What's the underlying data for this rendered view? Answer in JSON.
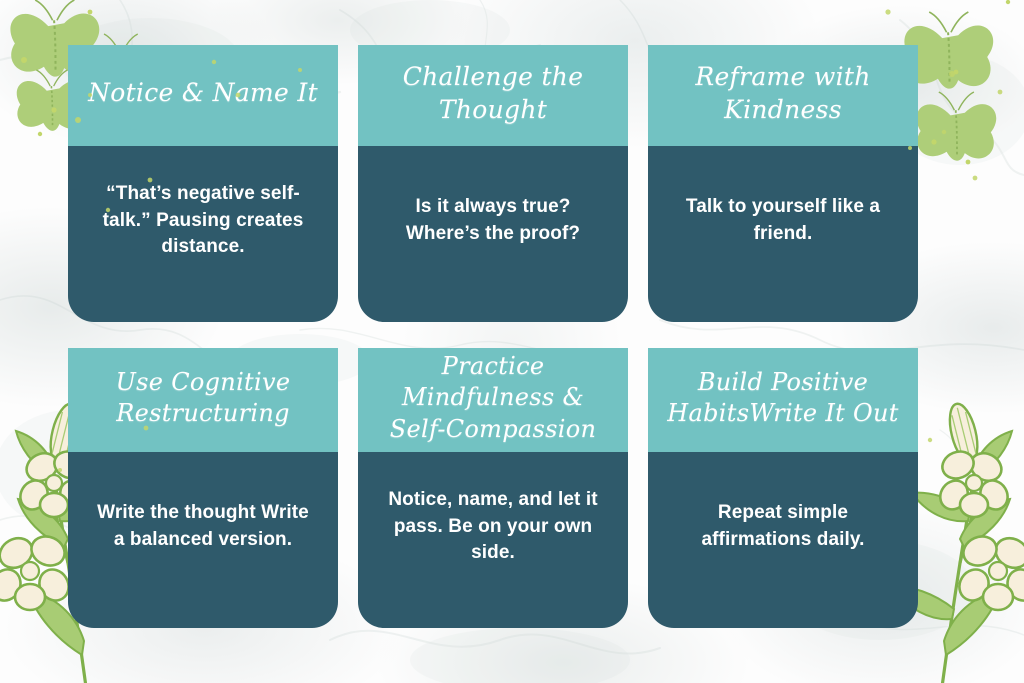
{
  "poster": {
    "theme": {
      "header_teal": "#72C2C2",
      "body_teal_dark": "#2F5A6B",
      "text_white": "#FFFFFF",
      "leaf_green": "#A8CC74",
      "stem_green": "#7FB04A",
      "petal_cream": "#F7EFDC",
      "background_white": "#FDFDFD",
      "marble_vein": "#B6C6C4",
      "sparkle_green": "#C2D66B"
    },
    "layout": {
      "columns": 3,
      "rows": 2,
      "card_count": 6
    }
  },
  "decorations": {
    "top_left": "butterfly-cluster",
    "top_right": "butterfly-cluster",
    "bottom_left": "flower-stem",
    "bottom_right": "flower-stem",
    "butterfly_count_top_left": 3,
    "butterfly_count_top_right": 3
  },
  "cards": [
    {
      "id": "notice-and-name-it",
      "title": "Notice & Name It",
      "text": "“That’s negative self-talk.” Pausing creates distance."
    },
    {
      "id": "challenge-the-thought",
      "title": "Challenge the Thought",
      "text": "Is it always true? Where’s the proof?"
    },
    {
      "id": "reframe-with-kindness",
      "title": "Reframe with Kindness",
      "text": "Talk to yourself like a friend."
    },
    {
      "id": "use-cognitive-restructuring",
      "title": "Use Cognitive Restructuring",
      "text": "Write the thought Write a balanced version."
    },
    {
      "id": "practice-mindfulness-self-compassion",
      "title": "Practice Mindfulness & Self-Compassion",
      "text": "Notice, name, and let it pass. Be on your own side."
    },
    {
      "id": "build-positive-habits-write-it-out",
      "title": "Build Positive HabitsWrite It Out",
      "text": "Repeat simple affirmations daily."
    }
  ]
}
